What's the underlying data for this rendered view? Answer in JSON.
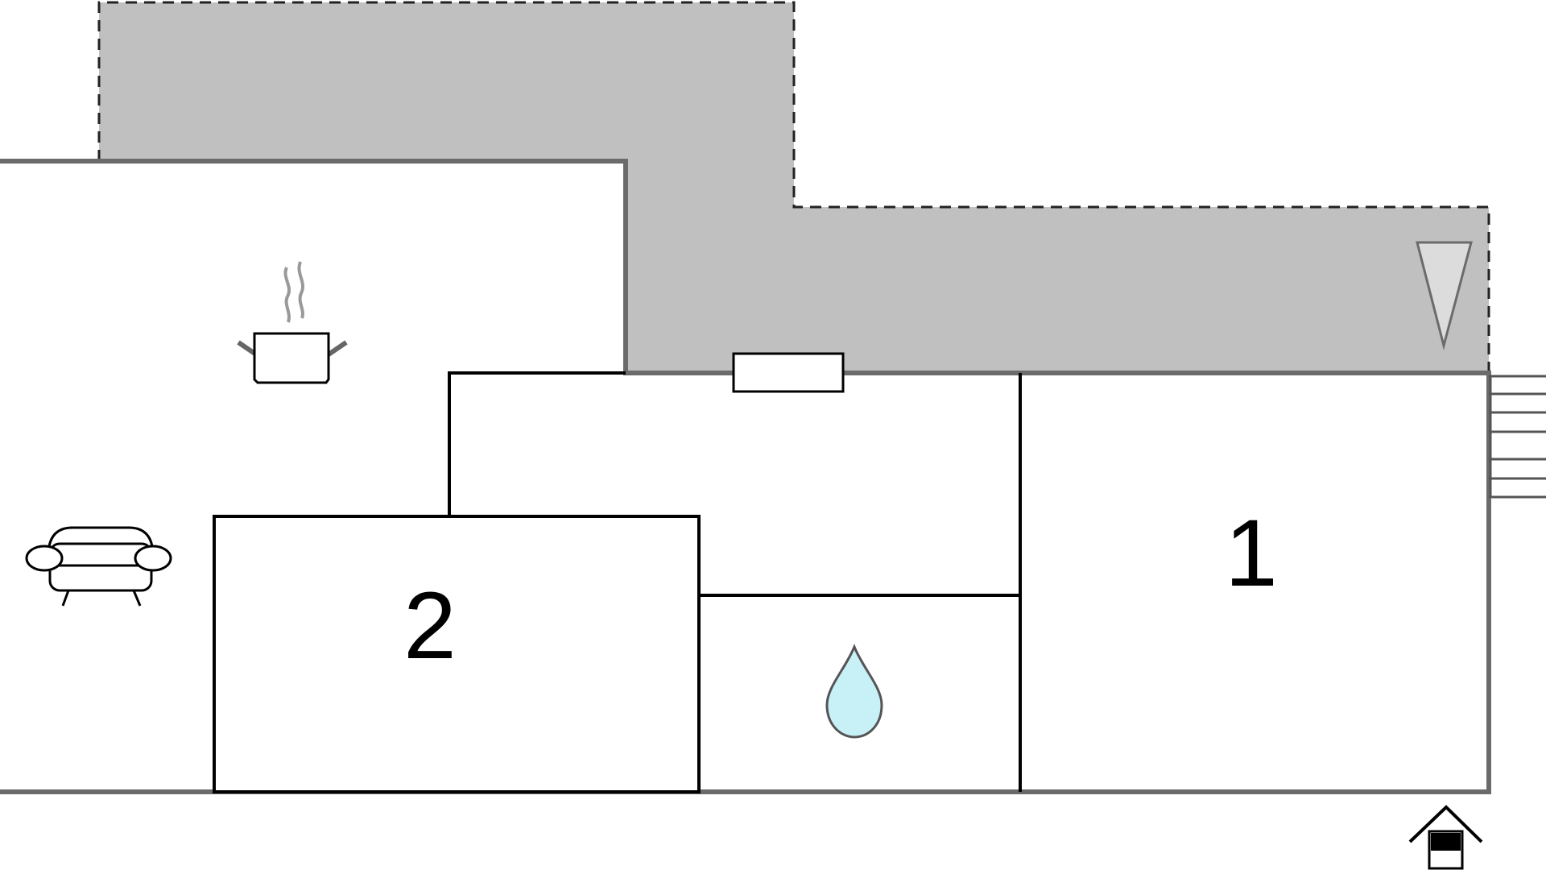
{
  "floorplan": {
    "rooms": [
      {
        "id": "bedroom-1",
        "label": "1"
      },
      {
        "id": "bedroom-2",
        "label": "2"
      }
    ],
    "icons": [
      "kitchen-pot-icon",
      "sofa-icon",
      "water-drop-icon",
      "terrace-triangle-icon",
      "entrance-house-icon",
      "stairs-icon",
      "window-icon"
    ],
    "colors": {
      "terrace": "#c0c0c0",
      "outer_wall": "#6b6b6b",
      "inner_wall": "#000000",
      "water": "#c8f1f7",
      "triangle": "#dcdcdc"
    }
  }
}
